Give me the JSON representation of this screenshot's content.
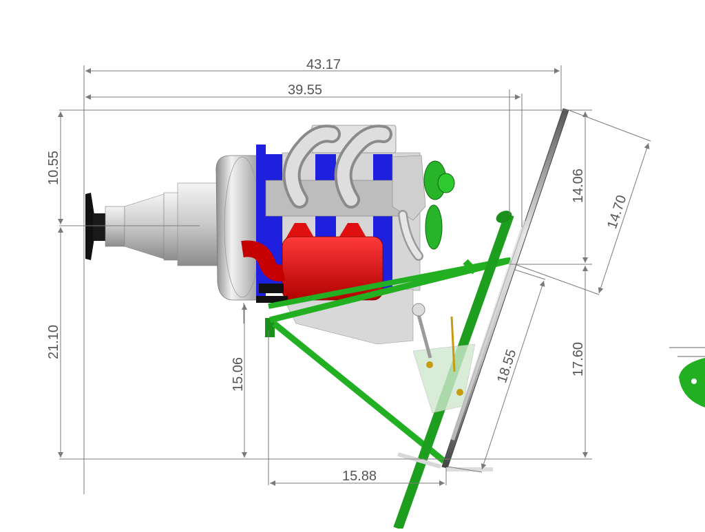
{
  "colors": {
    "dimension_line": "#7a7a7a",
    "dimension_text": "#555555",
    "frame_green": "#22b022",
    "block_blue": "#1f1fe0",
    "muffler_red": "#e01010",
    "metal_gray": "#c8c8c8",
    "background": "#ffffff"
  },
  "dimensions": {
    "overall_length": "43.17",
    "length_to_mount": "39.55",
    "height_above_thrust_line": "10.55",
    "height_below_thrust_line": "21.10",
    "mount_height": "15.06",
    "mount_base_width": "15.88",
    "firewall_upper": "14.06",
    "firewall_lower": "17.60",
    "firewall_upper_slant": "14.70",
    "firewall_lower_slant": "18.55"
  },
  "icons": {
    "propeller_hub": "propeller-hub-icon",
    "engine": "engine-assembly-icon",
    "mount_frame": "engine-mount-frame-icon",
    "firewall": "firewall-plate-icon"
  }
}
